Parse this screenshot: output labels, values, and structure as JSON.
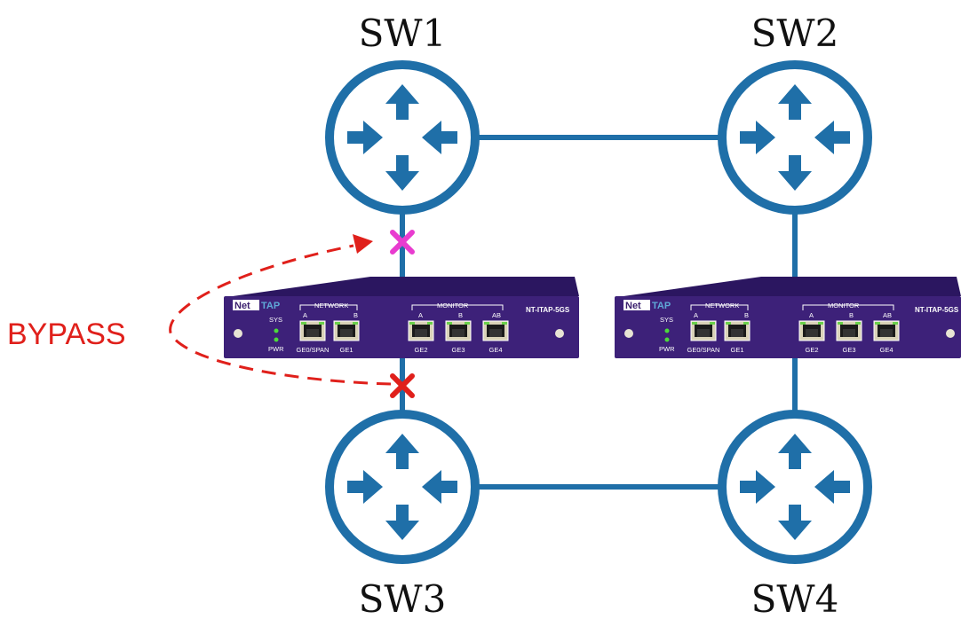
{
  "switches": [
    {
      "id": "sw1",
      "label": "SW1"
    },
    {
      "id": "sw2",
      "label": "SW2"
    },
    {
      "id": "sw3",
      "label": "SW3"
    },
    {
      "id": "sw4",
      "label": "SW4"
    }
  ],
  "bypass_label": "BYPASS",
  "taps": [
    {
      "brand_net": "Net",
      "brand_tap": "TAP",
      "model": "NT-ITAP-5GS",
      "group_network": "NETWORK",
      "group_monitor": "MONITOR",
      "led_sys": "SYS",
      "led_pwr": "PWR",
      "port_letters": [
        "A",
        "B",
        "A",
        "B",
        "AB"
      ],
      "ports": [
        "GE0/SPAN",
        "GE1",
        "GE2",
        "GE3",
        "GE4"
      ]
    },
    {
      "brand_net": "Net",
      "brand_tap": "TAP",
      "model": "NT-ITAP-5GS",
      "group_network": "NETWORK",
      "group_monitor": "MONITOR",
      "led_sys": "SYS",
      "led_pwr": "PWR",
      "port_letters": [
        "A",
        "B",
        "A",
        "B",
        "AB"
      ],
      "ports": [
        "GE0/SPAN",
        "GE1",
        "GE2",
        "GE3",
        "GE4"
      ]
    }
  ],
  "colors": {
    "link": "#1f6fa8",
    "switch_ring": "#1f6fa8",
    "tap_body": "#3d2179",
    "bypass": "#e0201b",
    "break_top": "#e83ccf",
    "break_bottom": "#e0201b"
  }
}
